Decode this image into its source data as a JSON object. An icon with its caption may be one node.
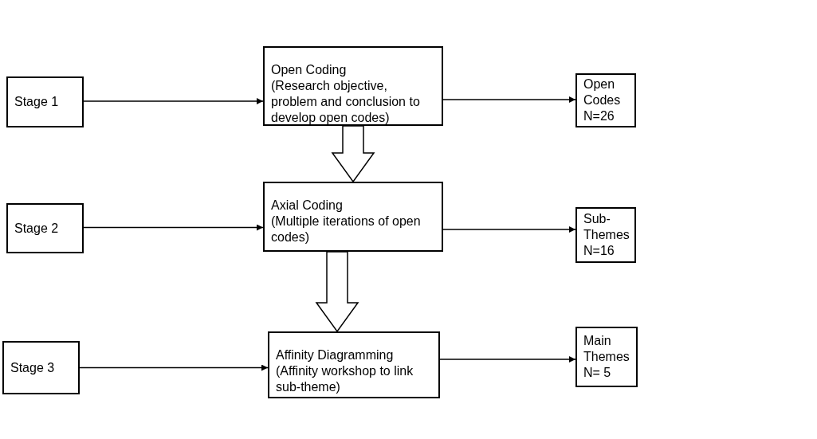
{
  "diagram": {
    "nodes": [
      {
        "text": [
          "Stage 1"
        ]
      },
      {
        "text": [
          "Open Coding",
          "(Research objective, problem and conclusion to develop open codes)"
        ]
      },
      {
        "text": [
          "Open Codes",
          "N=26"
        ]
      },
      {
        "text": [
          "Stage 2"
        ]
      },
      {
        "text": [
          "Axial Coding",
          "(Multiple iterations of open codes)"
        ]
      },
      {
        "text": [
          "Sub-Themes",
          "N=16"
        ]
      },
      {
        "text": [
          "Stage 3"
        ]
      },
      {
        "text": [
          "Affinity Diagramming",
          "(Affinity workshop to link sub-theme)"
        ]
      },
      {
        "text": [
          "Main Themes",
          "N= 5"
        ]
      }
    ],
    "edges": [
      {
        "from": 0,
        "to": 1,
        "arrow": "to"
      },
      {
        "from": 1,
        "to": 2,
        "arrow": "to"
      },
      {
        "from": 1,
        "to": 4,
        "arrow": "to",
        "style": "thick"
      },
      {
        "from": 3,
        "to": 4,
        "arrow": "to"
      },
      {
        "from": 4,
        "to": 5,
        "arrow": "to"
      },
      {
        "from": 4,
        "to": 7,
        "arrow": "to",
        "style": "thick"
      },
      {
        "from": 6,
        "to": 7,
        "arrow": "to"
      },
      {
        "from": 7,
        "to": 8,
        "arrow": "to"
      }
    ]
  }
}
